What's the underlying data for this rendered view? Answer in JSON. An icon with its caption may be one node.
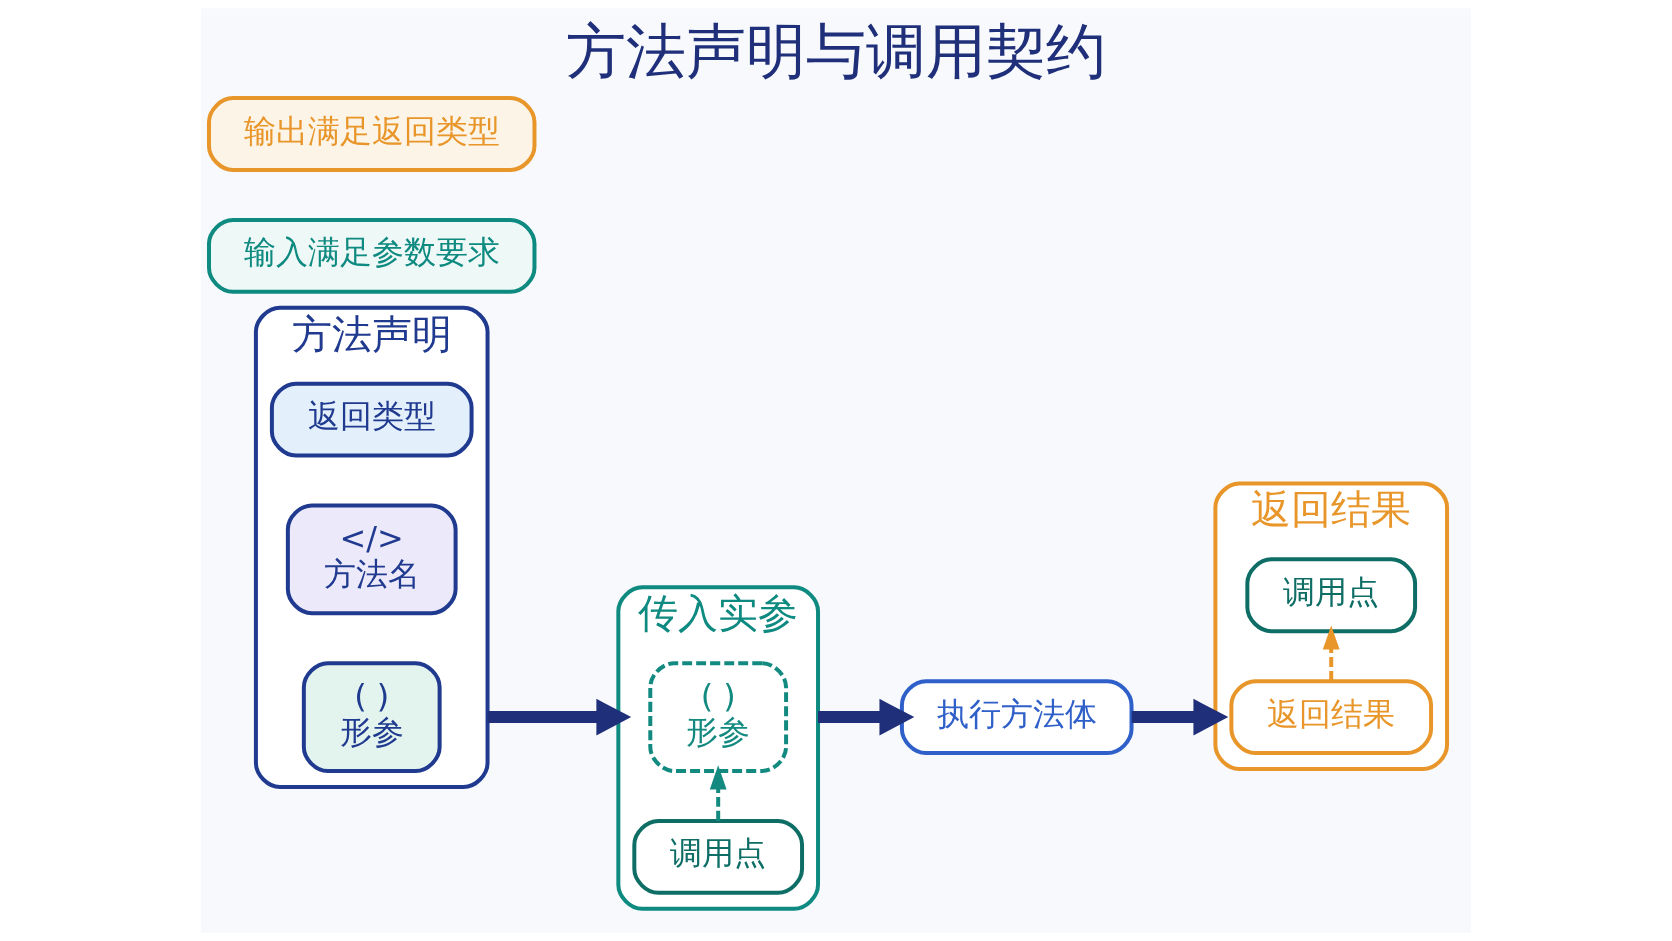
{
  "diagram": {
    "title": "方法声明与调用契约",
    "nodes": [
      {
        "text": [
          "方法声明"
        ]
      },
      {
        "text": [
          "返回类型"
        ],
        "in": 0
      },
      {
        "text": [
          "</>",
          "方法名"
        ],
        "in": 0
      },
      {
        "text": [
          "( )",
          "形参"
        ],
        "in": 0
      },
      {
        "text": [
          "传入实参"
        ]
      },
      {
        "text": [
          "调用点"
        ],
        "in": 4
      },
      {
        "text": [
          "( )",
          "形参"
        ],
        "in": 4
      },
      {
        "text": [
          "执行方法体"
        ]
      },
      {
        "text": [
          "返回结果"
        ]
      },
      {
        "text": [
          "调用点"
        ],
        "in": 8
      },
      {
        "text": [
          "返回结果"
        ],
        "in": 8
      },
      {
        "text": [
          "输入满足参数要求"
        ]
      },
      {
        "text": [
          "输出满足返回类型"
        ]
      }
    ],
    "edges": [
      {
        "from": 0,
        "to": 4,
        "arrow": "to"
      },
      {
        "from": 5,
        "to": 6,
        "arrow": "to",
        "style": "dashed",
        "color": "#138a80"
      },
      {
        "from": 4,
        "to": 7,
        "arrow": "to"
      },
      {
        "from": 7,
        "to": 8,
        "arrow": "to"
      },
      {
        "from": 10,
        "to": 9,
        "arrow": "to",
        "style": "dashed",
        "color": "#e8962a"
      }
    ]
  }
}
